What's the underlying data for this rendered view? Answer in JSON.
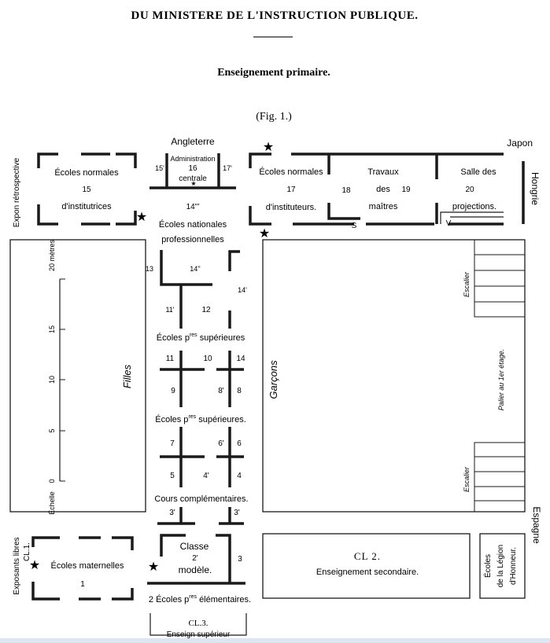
{
  "header": {
    "title": "DU MINISTERE DE L'INSTRUCTION PUBLIQUE.",
    "section": "Enseignement primaire.",
    "figure": "(Fig. 1.)"
  },
  "countries": {
    "angleterre": "Angleterre",
    "japon": "Japon",
    "hongrie": "Hongrie",
    "espagne": "Espagne"
  },
  "rooms": {
    "retrospective": "Expon rétrospective",
    "r15_line1": "Écoles normales",
    "r15_num": "15",
    "r15_line2": "d'institutrices",
    "r15p": "15'",
    "admin_line1": "Administration",
    "admin_num": "16",
    "admin_line2": "centrale",
    "r17p": "17'",
    "r17_line1": "Écoles normales",
    "r17_num": "17",
    "r17_line2": "d'instituteurs.",
    "r18": "18",
    "travaux_line1": "Travaux",
    "travaux_line2": "des",
    "r19": "19",
    "travaux_line3": "maîtres",
    "salle_line1": "Salle des",
    "r20": "20",
    "salle_line2": "projections.",
    "mark_s": "S",
    "mark_v": "V",
    "r14ppp": "14'''",
    "nat_line1": "Écoles nationales",
    "nat_line2": "professionnelles",
    "r13": "13",
    "r14pp": "14''",
    "r14p": "14'",
    "r11p": "11'",
    "r12": "12",
    "sup1": "Écoles p",
    "sup_res": "res",
    "sup1_end": " supérieures",
    "r11": "11",
    "r10": "10",
    "r14": "14",
    "r9": "9",
    "r8p": "8'",
    "r8": "8",
    "sup2": "Écoles p",
    "sup2_end": " supérieures.",
    "r7": "7",
    "r6p": "6'",
    "r6": "6",
    "r5": "5",
    "r4p": "4'",
    "r4": "4",
    "cours": "Cours complémentaires.",
    "r3p_a": "3'",
    "r3p_b": "3'",
    "filles": "Filles",
    "garcons": "Garçons",
    "escalier": "Escalier",
    "palier": "Palier au 1er étage.",
    "exposants": "Exposants libres",
    "cl1": "CL.1.",
    "mat": "Écoles maternelles",
    "r1": "1",
    "classe_line1": "Classe",
    "r2p": "2'",
    "classe_line2": "modèle.",
    "r3": "3",
    "elem_num": "2",
    "elem_text": "Écoles p",
    "elem_end": "élémentaires.",
    "cl2": "CL 2.",
    "cl2_sub": "Enseignement secondaire.",
    "legion_line1": "Écoles",
    "legion_line2": "de la Légion",
    "legion_line3": "d'Honneur.",
    "cl3": "CL.3.",
    "cl3_sub": "Enseign supérieur"
  },
  "scale": {
    "unit": "20 mètres",
    "ticks": [
      "15",
      "10",
      "5",
      "0"
    ],
    "label": "Échelle"
  }
}
